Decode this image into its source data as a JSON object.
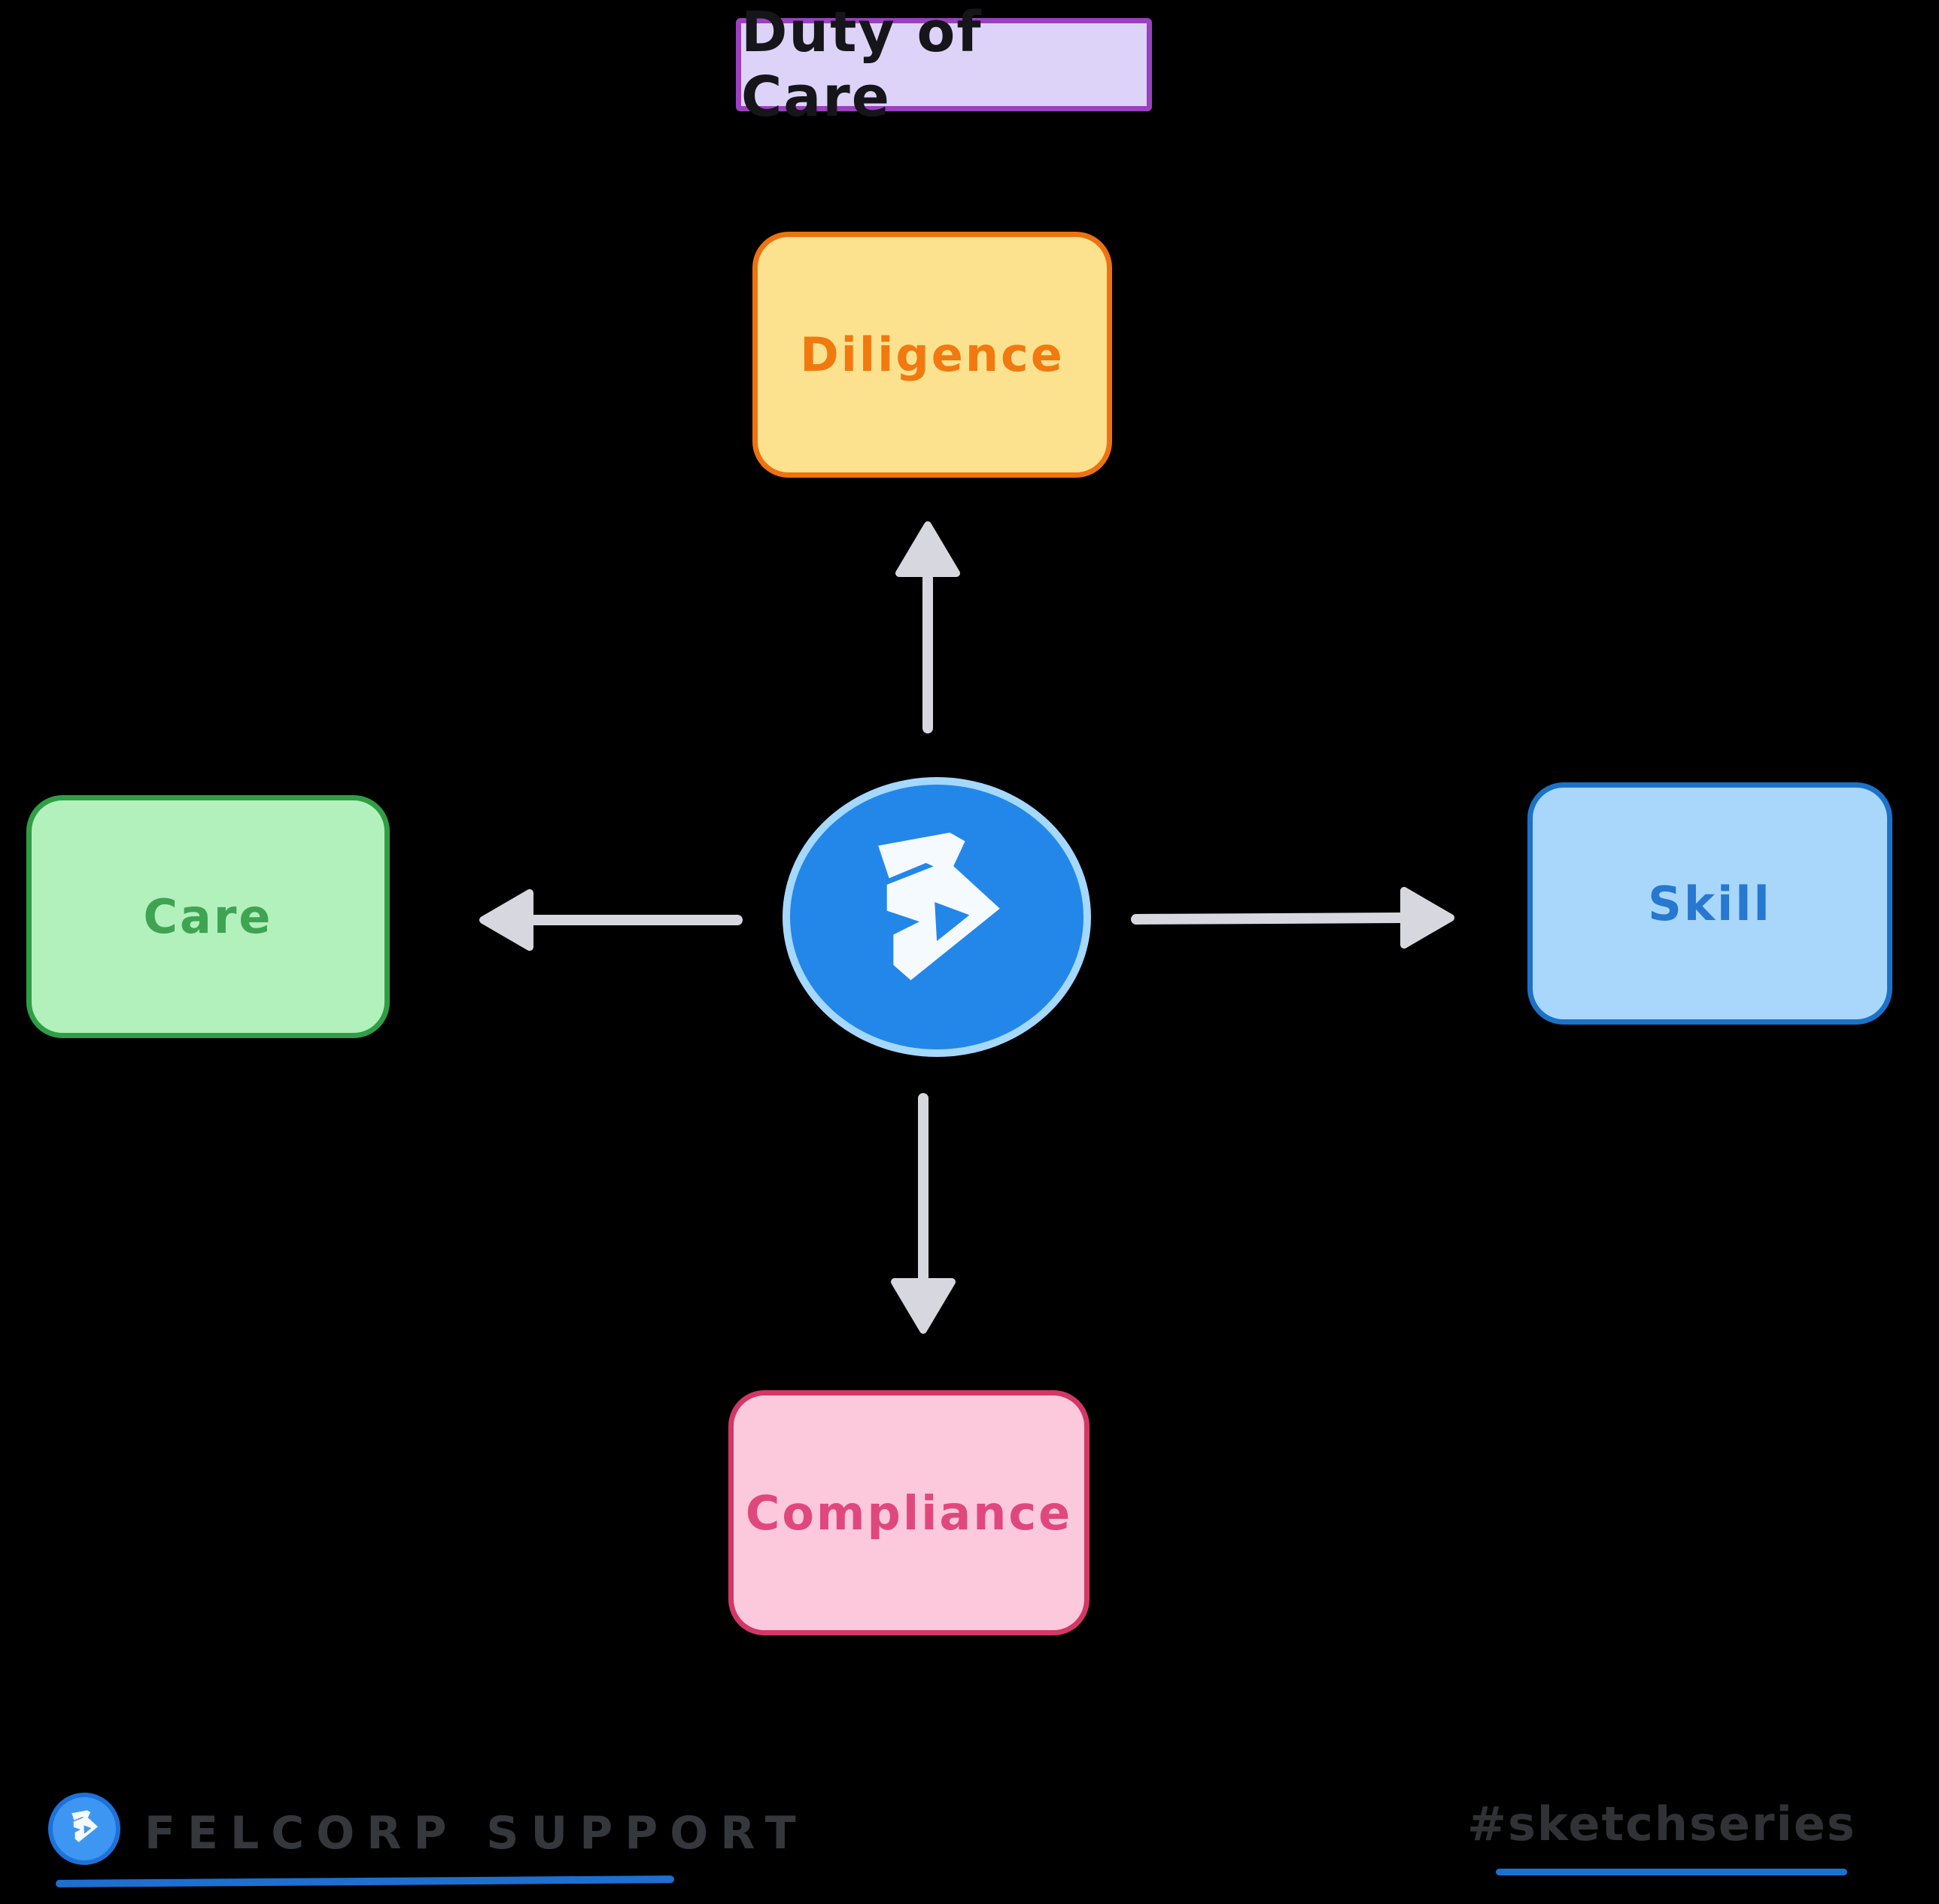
{
  "background_color": "#000000",
  "title": {
    "label": "Duty of Care",
    "fill": "#DDD3F8",
    "border_color": "#9B40C0",
    "text_color": "#15151A"
  },
  "hub": {
    "icon": "felcorp-logo-icon",
    "fill": "#2287E9",
    "ring_color": "#A5D8FF",
    "glyph_color": "#F5FAFE"
  },
  "nodes": [
    {
      "id": "diligence",
      "label": "Diligence",
      "position": "top",
      "fill": "#FCE28F",
      "border_color": "#EE7210",
      "text_color": "#F2790F"
    },
    {
      "id": "care",
      "label": "Care",
      "position": "left",
      "fill": "#B2F0BC",
      "border_color": "#2F9E44",
      "text_color": "#3EA452"
    },
    {
      "id": "skill",
      "label": "Skill",
      "position": "right",
      "fill": "#A9D7FB",
      "border_color": "#1B72C8",
      "text_color": "#2678D0"
    },
    {
      "id": "compliance",
      "label": "Compliance",
      "position": "bottom",
      "fill": "#FBC9DB",
      "border_color": "#D23766",
      "text_color": "#E0487B"
    }
  ],
  "arrows": {
    "color": "#D7D7DF",
    "items": [
      {
        "direction": "up",
        "from": "hub",
        "to": "Diligence"
      },
      {
        "direction": "left",
        "from": "hub",
        "to": "Care"
      },
      {
        "direction": "right",
        "from": "hub",
        "to": "Skill"
      },
      {
        "direction": "down",
        "from": "hub",
        "to": "Compliance"
      }
    ]
  },
  "footer": {
    "brand": {
      "label": "FELCORP SUPPORT",
      "icon": "felcorp-logo-icon",
      "text_color": "#34373C",
      "underline_color": "#1D6FD0"
    },
    "hashtag": {
      "label": "#sketchseries",
      "text_color": "#303236",
      "underline_color": "#1971D2"
    }
  }
}
